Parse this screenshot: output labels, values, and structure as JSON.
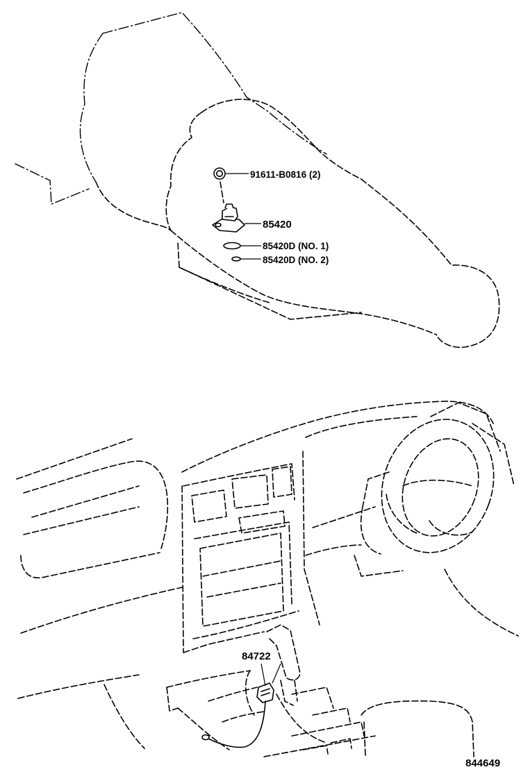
{
  "callouts": {
    "bolt": "91611-B0816 (2)",
    "sensor": "85420",
    "oring_1": "85420D (NO. 1)",
    "oring_2": "85420D (NO. 2)",
    "connector": "84722"
  },
  "figure_number": "844649",
  "colors": {
    "ink": "#000000",
    "paper": "#ffffff"
  }
}
